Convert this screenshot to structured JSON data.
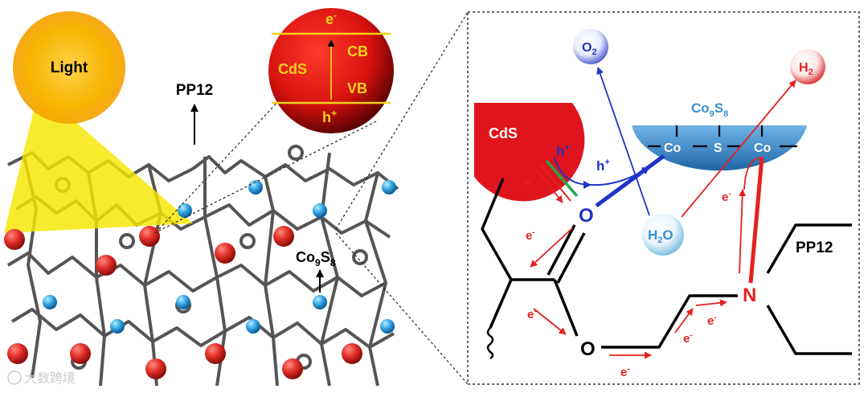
{
  "left_panel": {
    "light_label": "Light",
    "pp12_label": "PP12",
    "co9s8_label_base": "Co",
    "co9s8_sub1": "9",
    "co9s8_mid": "S",
    "co9s8_sub2": "8"
  },
  "zoom_sphere": {
    "electron_label": "e",
    "electron_sup": "-",
    "cb_label": "CB",
    "vb_label": "VB",
    "cds_label": "CdS",
    "hole_label": "h",
    "hole_sup": "+"
  },
  "right_panel": {
    "o2_base": "O",
    "o2_sub": "2",
    "h2_base": "H",
    "h2_sub": "2",
    "h2o_base": "H",
    "h2o_sub": "2",
    "h2o_end": "O",
    "cds_label": "CdS",
    "co9s8_base": "Co",
    "co9s8_sub1": "9",
    "co9s8_mid": "S",
    "co9s8_sub2": "8",
    "co_atom": "Co",
    "s_atom": "S",
    "o_atom": "O",
    "n_atom": "N",
    "pp12_label": "PP12",
    "hole_base": "h",
    "hole_sup": "+",
    "electron_base": "e",
    "electron_sup": "-"
  },
  "watermark": "大数跨境",
  "colors": {
    "cds_red": "#e0141c",
    "co9s8_blue": "#3a8fd0",
    "electron_red": "#e52020",
    "hole_blue": "#1f33c8",
    "light_yellow": "#f7e600",
    "sun_orange": "#f5a500",
    "cb_vb_yellow": "#f2d21a",
    "green_bond": "#22a84a"
  }
}
